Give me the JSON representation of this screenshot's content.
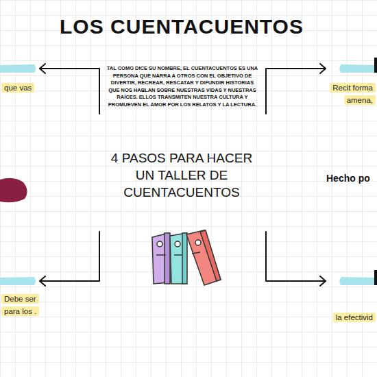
{
  "diagram": {
    "title": "LOS CUENTACUENTOS",
    "nodes": [
      {
        "text": [
          "que vas"
        ]
      },
      {
        "text": [
          "Recit forma amena,"
        ]
      },
      {
        "text": [
          "Debe ser para los ."
        ]
      },
      {
        "text": [
          "la efectivid"
        ]
      }
    ],
    "labels": [
      "TAL COMO DICE SU NOMBRE, EL CUENTACUENTOS ES UNA PERSONA QUE NARRA A OTROS CON EL OBJETIVO DE DIVERTIR, RECREAR, RESCATAR Y DIFUNDIR HISTORIAS QUE NOS HABLAN SOBRE NUESTRAS VIDAS Y NUESTRAS RAÍCES. ELLOS TRANSMITEN NUESTRA CULTURA Y PROMUEVEN EL AMOR POR LOS RELATOS Y LA LECTURA.",
      "4 PASOS PARA HACER UN TALLER DE CUENTACUENTOS",
      "Hecho po"
    ]
  }
}
